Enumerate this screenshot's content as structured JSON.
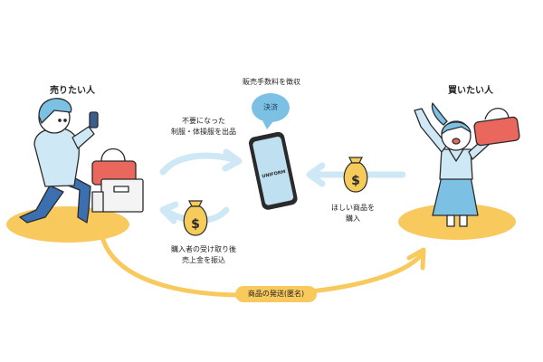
{
  "colors": {
    "accent_blue": "#7cc1e3",
    "arrow_blue": "#cfe8f5",
    "platform_yellow": "#f8c95c",
    "bag_red": "#e9675d",
    "money_bag": "#f5cb5b",
    "outline": "#2a2a2a"
  },
  "seller": {
    "label": "売りたい人"
  },
  "buyer": {
    "label": "買いたい人"
  },
  "platform": {
    "fee_label": "販売手数料を徴収",
    "bubble_label": "決済",
    "phone_text": "UNIFORM"
  },
  "flows": {
    "listing": "不要になった\n制服・体操服を出品",
    "payout": "購入者の受け取り後\n売上金を振込",
    "purchase": "ほしい商品を\n購入",
    "shipping": "商品の発送(匿名)"
  },
  "icons": {
    "money_symbol": "$"
  }
}
